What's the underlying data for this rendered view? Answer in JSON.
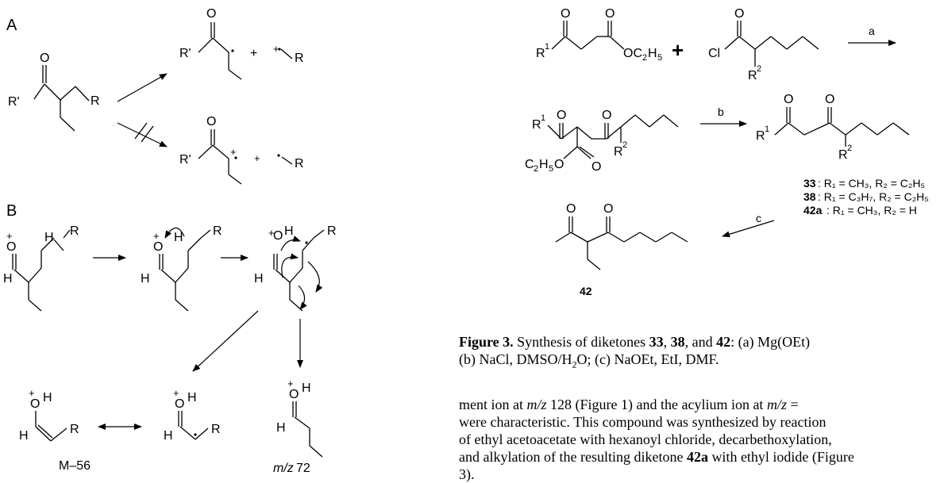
{
  "scheme": {
    "panel_a": "A",
    "panel_b": "B",
    "R": "R",
    "R_prime": "R'",
    "O": "O",
    "H": "H",
    "plus": "+",
    "m56": "M–56",
    "mz72_italic": "m/z",
    "mz72_val": " 72"
  },
  "synthesis": {
    "R1": "R",
    "sup1": "1",
    "R2": "R",
    "sup2": "2",
    "OC2H5": "OC",
    "sub2": "2",
    "H5": "H",
    "sub5": "5",
    "Cl": "Cl",
    "step_a": "a",
    "step_b": "b",
    "step_c": "c",
    "C2H5O": "C",
    "compounds": [
      {
        "id": "33",
        "text": ": R₁ = CH₃, R₂ = C₂H₅"
      },
      {
        "id": "38",
        "text": ": R₁ = C₃H₇, R₂ = C₂H₅"
      },
      {
        "id": "42a",
        "text": ": R₁ = CH₃, R₂ = H"
      }
    ],
    "label_42": "42"
  },
  "caption": {
    "bold_lead": "Figure 3.",
    "text_1": "  Synthesis of diketones ",
    "n33": "33",
    "comma1": ", ",
    "n38": "38",
    "and": ", and ",
    "n42": "42",
    "text_2": ":  (a) Mg(OEt)",
    "line2": "(b) NaCl, DMSO/H",
    "line2_sub": "2",
    "line2_end": "O; (c) NaOEt, EtI, DMF."
  },
  "body": {
    "l1_a": "ment ion at ",
    "l1_mz": "m/z",
    "l1_b": " 128 (Figure 1) and the acylium ion at ",
    "l1_mz2": "m/z",
    "l1_c": " =",
    "l2": "were characteristic. This compound was synthesized by reaction",
    "l3": "of ethyl acetoacetate with hexanoyl chloride, decarbethoxylation,",
    "l4_a": "and alkylation of the resulting diketone ",
    "l4_b": "42a",
    "l4_c": " with ethyl iodide (Figure",
    "l5": "3)."
  }
}
